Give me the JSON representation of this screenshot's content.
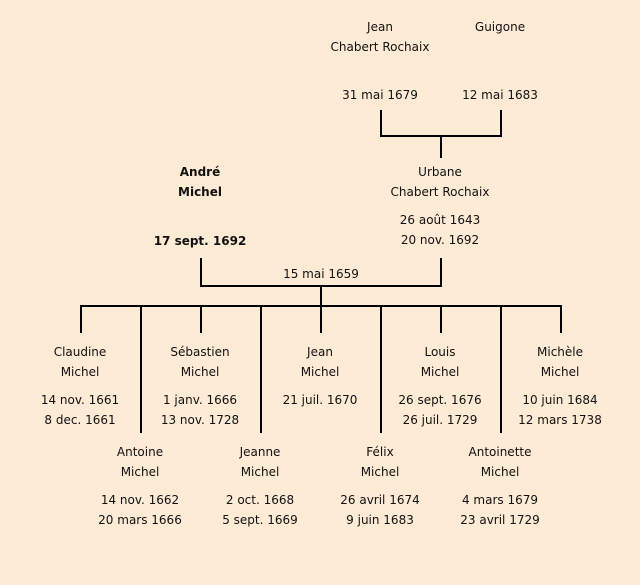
{
  "grandparents": [
    {
      "first": "Jean",
      "last": "Chabert Rochaix",
      "dates": [
        "31 mai 1679"
      ]
    },
    {
      "first": "Guigone",
      "last": "",
      "dates": [
        "12 mai 1683"
      ]
    }
  ],
  "parents": [
    {
      "first": "André",
      "last": "Michel",
      "dates": [
        "17 sept. 1692"
      ],
      "bold": true
    },
    {
      "first": "Urbane",
      "last": "Chabert Rochaix",
      "dates": [
        "26 août 1643",
        "20 nov. 1692"
      ]
    }
  ],
  "marriage_date": "15 mai 1659",
  "children": [
    {
      "first": "Claudine",
      "last": "Michel",
      "dates": [
        "14 nov. 1661",
        "8 dec. 1661"
      ]
    },
    {
      "first": "Antoine",
      "last": "Michel",
      "dates": [
        "14 nov. 1662",
        "20 mars 1666"
      ]
    },
    {
      "first": "Sébastien",
      "last": "Michel",
      "dates": [
        "1 janv. 1666",
        "13 nov. 1728"
      ]
    },
    {
      "first": "Jeanne",
      "last": "Michel",
      "dates": [
        "2 oct. 1668",
        "5 sept. 1669"
      ]
    },
    {
      "first": "Jean",
      "last": "Michel",
      "dates": [
        "21 juil. 1670"
      ]
    },
    {
      "first": "Félix",
      "last": "Michel",
      "dates": [
        "26 avril 1674",
        "9 juin 1683"
      ]
    },
    {
      "first": "Louis",
      "last": "Michel",
      "dates": [
        "26 sept. 1676",
        "26 juil. 1729"
      ]
    },
    {
      "first": "Antoinette",
      "last": "Michel",
      "dates": [
        "4 mars 1679",
        "23 avril 1729"
      ]
    },
    {
      "first": "Michèle",
      "last": "Michel",
      "dates": [
        "10 juin 1684",
        "12 mars 1738"
      ]
    }
  ]
}
